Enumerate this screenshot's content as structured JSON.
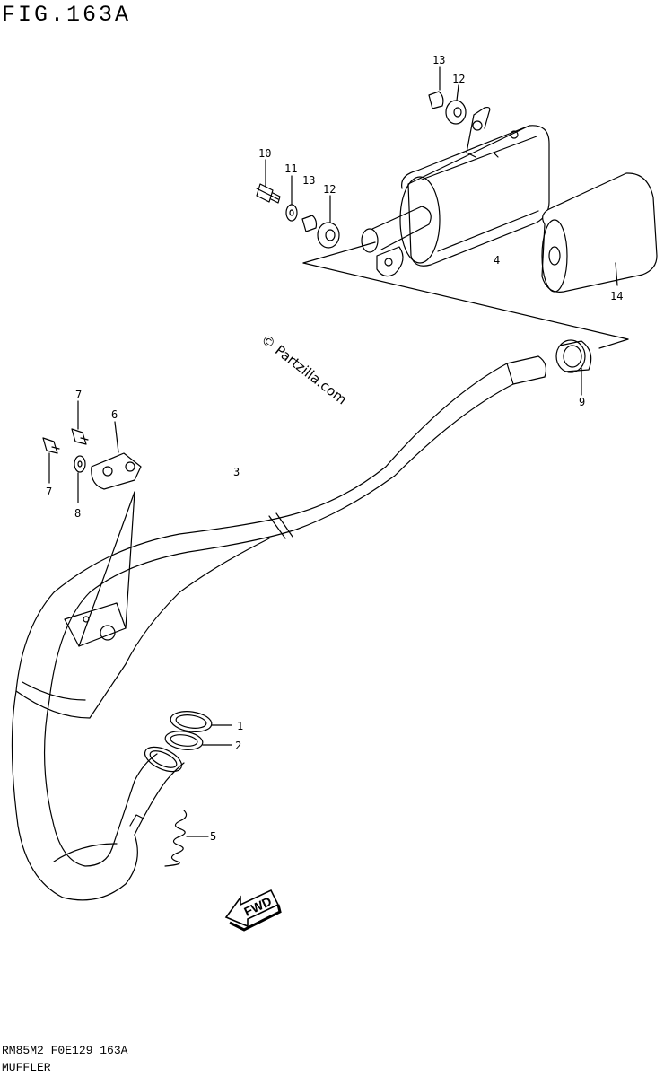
{
  "figure": {
    "title": "FIG.163A",
    "watermark": "© Partzilla.com",
    "footer_code": "RM85M2_F0E129_163A",
    "footer_name": "MUFFLER",
    "direction_label": "FWD"
  },
  "callouts": [
    {
      "id": "callout-1",
      "text": "1"
    },
    {
      "id": "callout-2",
      "text": "2"
    },
    {
      "id": "callout-3",
      "text": "3"
    },
    {
      "id": "callout-4",
      "text": "4"
    },
    {
      "id": "callout-5",
      "text": "5"
    },
    {
      "id": "callout-6",
      "text": "6"
    },
    {
      "id": "callout-7-top",
      "text": "7"
    },
    {
      "id": "callout-7-bottom",
      "text": "7"
    },
    {
      "id": "callout-8",
      "text": "8"
    },
    {
      "id": "callout-9",
      "text": "9"
    },
    {
      "id": "callout-10",
      "text": "10"
    },
    {
      "id": "callout-11",
      "text": "11"
    },
    {
      "id": "callout-12-left",
      "text": "12"
    },
    {
      "id": "callout-12-top",
      "text": "12"
    },
    {
      "id": "callout-13-left",
      "text": "13"
    },
    {
      "id": "callout-13-top",
      "text": "13"
    },
    {
      "id": "callout-14",
      "text": "14"
    }
  ]
}
